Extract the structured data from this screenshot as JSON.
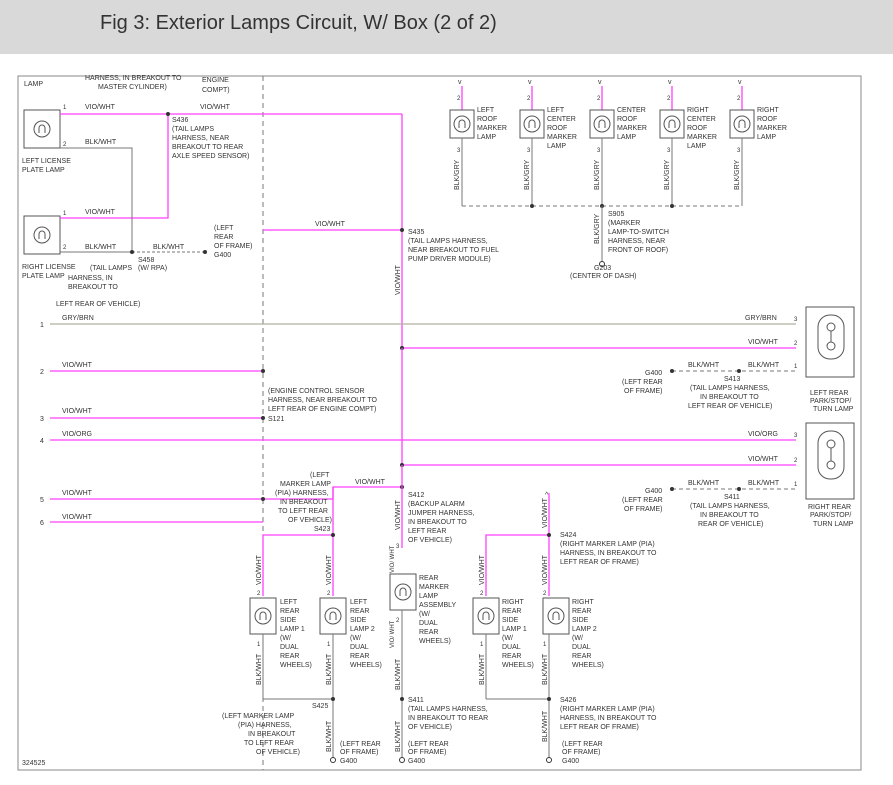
{
  "header": {
    "title": "Fig 3: Exterior Lamps Circuit, W/ Box (2 of 2)"
  },
  "colors": {
    "pink": "#ff40ff",
    "olive": "#b0b0a0",
    "wire": "#777777",
    "text": "#333333"
  },
  "diagram": {
    "id": "324525",
    "pins": [
      "1",
      "2",
      "3",
      "4",
      "5",
      "6"
    ],
    "wires": {
      "vio_wht": "VIO/WHT",
      "blk_wht": "BLK/WHT",
      "gry_brn": "GRY/BRN",
      "vio_org": "VIO/ORG",
      "blk_gry": "BLK/GRY",
      "vio_dash_wht": "VIO/ WHT"
    },
    "top_notes": {
      "lamp": "LAMP",
      "harness1": "HARNESS, IN BREAKOUT TO",
      "harness2": "MASTER CYLINDER)",
      "engine1": "ENGINE",
      "engine2": "COMPT)"
    },
    "lamps": {
      "left_license": [
        "LEFT LICENSE",
        "PLATE LAMP"
      ],
      "right_license": [
        "RIGHT LICENSE",
        "PLATE LAMP"
      ],
      "roof": [
        [
          "LEFT",
          "ROOF",
          "MARKER",
          "LAMP"
        ],
        [
          "LEFT",
          "CENTER",
          "ROOF",
          "MARKER",
          "LAMP"
        ],
        [
          "CENTER",
          "ROOF",
          "MARKER",
          "LAMP"
        ],
        [
          "RIGHT",
          "CENTER",
          "ROOF",
          "MARKER",
          "LAMP"
        ],
        [
          "RIGHT",
          "ROOF",
          "MARKER",
          "LAMP"
        ]
      ],
      "left_rear": [
        "LEFT REAR",
        "PARK/STOP/",
        "TURN LAMP"
      ],
      "right_rear": [
        "RIGHT REAR",
        "PARK/STOP/",
        "TURN LAMP"
      ],
      "side": [
        [
          "LEFT",
          "REAR",
          "SIDE",
          "LAMP 1",
          "(W/",
          "DUAL",
          "REAR",
          "WHEELS)"
        ],
        [
          "LEFT",
          "REAR",
          "SIDE",
          "LAMP 2",
          "(W/",
          "DUAL",
          "REAR",
          "WHEELS)"
        ],
        [
          "RIGHT",
          "REAR",
          "SIDE",
          "LAMP 1",
          "(W/",
          "DUAL",
          "REAR",
          "WHEELS)"
        ],
        [
          "RIGHT",
          "REAR",
          "SIDE",
          "LAMP 2",
          "(W/",
          "DUAL",
          "REAR",
          "WHEELS)"
        ]
      ],
      "backup": [
        "REAR",
        "MARKER",
        "LAMP",
        "ASSEMBLY",
        "(W/",
        "DUAL",
        "REAR",
        "WHEELS)"
      ]
    },
    "splices": {
      "s436": [
        "S436",
        "(TAIL LAMPS",
        "HARNESS, NEAR",
        "BREAKOUT TO REAR",
        "AXLE SPEED SENSOR)"
      ],
      "s435": [
        "S435",
        "(TAIL LAMPS HARNESS,",
        "NEAR BREAKOUT TO FUEL",
        "PUMP DRIVER MODULE)"
      ],
      "s905": [
        "S905",
        "(MARKER",
        "LAMP-TO-SWITCH",
        "HARNESS, NEAR",
        "FRONT OF ROOF)"
      ],
      "g203": [
        "G203",
        "(CENTER OF DASH)"
      ],
      "s458": [
        "S458",
        "(W/ RPA)"
      ],
      "tail_overlap": [
        "(TAIL LAMPS",
        "HARNESS, IN",
        "BREAKOUT TO",
        "LEFT REAR OF VEHICLE)"
      ],
      "s121": [
        "(ENGINE CONTROL SENSOR",
        "HARNESS, NEAR BREAKOUT TO",
        "LEFT REAR OF ENGINE COMPT)",
        "S121"
      ],
      "left_marker_pia": [
        "(LEFT",
        "MARKER LAMP",
        "(PIA) HARNESS,",
        "IN BREAKOUT",
        "TO LEFT REAR",
        "OF VEHICLE)",
        "S423"
      ],
      "s412": [
        "S412",
        "(BACKUP ALARM",
        "JUMPER HARNESS,",
        "IN BREAKOUT TO",
        "LEFT REAR",
        "OF VEHICLE)"
      ],
      "s424": [
        "S424",
        "(RIGHT MARKER LAMP (PIA)",
        "HARNESS, IN BREAKOUT TO",
        "LEFT REAR OF FRAME)"
      ],
      "s413": [
        "S413",
        "(TAIL LAMPS HARNESS,",
        "IN BREAKOUT TO",
        "LEFT REAR OF VEHICLE)"
      ],
      "s411r": [
        "S411",
        "(TAIL LAMPS HARNESS,",
        "IN BREAKOUT TO",
        "REAR OF VEHICLE)"
      ],
      "s425": [
        "S425",
        "(LEFT MARKER LAMP",
        "(PIA) HARNESS,",
        "IN BREAKOUT",
        "TO LEFT REAR",
        "OF VEHICLE)"
      ],
      "s411b": [
        "S411",
        "(TAIL LAMPS HARNESS,",
        "IN BREAKOUT TO REAR",
        "OF VEHICLE)"
      ],
      "s426": [
        "S426",
        "(RIGHT MARKER LAMP (PIA)",
        "HARNESS, IN BREAKOUT TO",
        "LEFT REAR OF FRAME)"
      ]
    },
    "grounds": {
      "frame_left": [
        "(LEFT",
        "REAR",
        "OF FRAME)",
        "G400"
      ],
      "left_rear_frame": [
        "G400",
        "(LEFT REAR",
        "OF FRAME)"
      ],
      "left_frame2": [
        "(LEFT REAR",
        "OF FRAME)",
        "G400"
      ]
    }
  }
}
